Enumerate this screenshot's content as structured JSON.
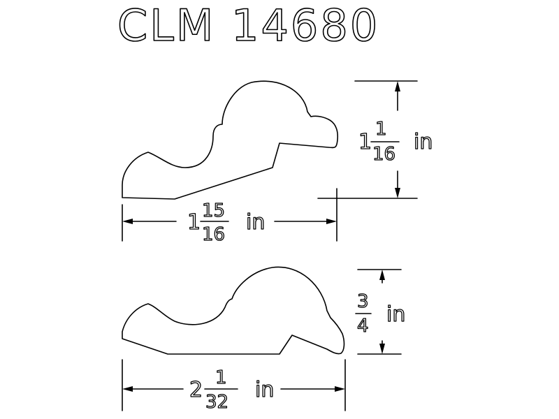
{
  "title": "CLM 14680",
  "profile_top": {
    "width_dimension": {
      "whole": "1",
      "numerator": "15",
      "denominator": "16",
      "unit": "in"
    },
    "height_dimension": {
      "whole": "1",
      "numerator": "1",
      "denominator": "16",
      "unit": "in"
    }
  },
  "profile_bottom": {
    "width_dimension": {
      "whole": "2",
      "numerator": "1",
      "denominator": "32",
      "unit": "in"
    },
    "height_dimension": {
      "whole": "",
      "numerator": "3",
      "denominator": "4",
      "unit": "in"
    }
  },
  "colors": {
    "ink": "#000000",
    "background": "#ffffff"
  }
}
